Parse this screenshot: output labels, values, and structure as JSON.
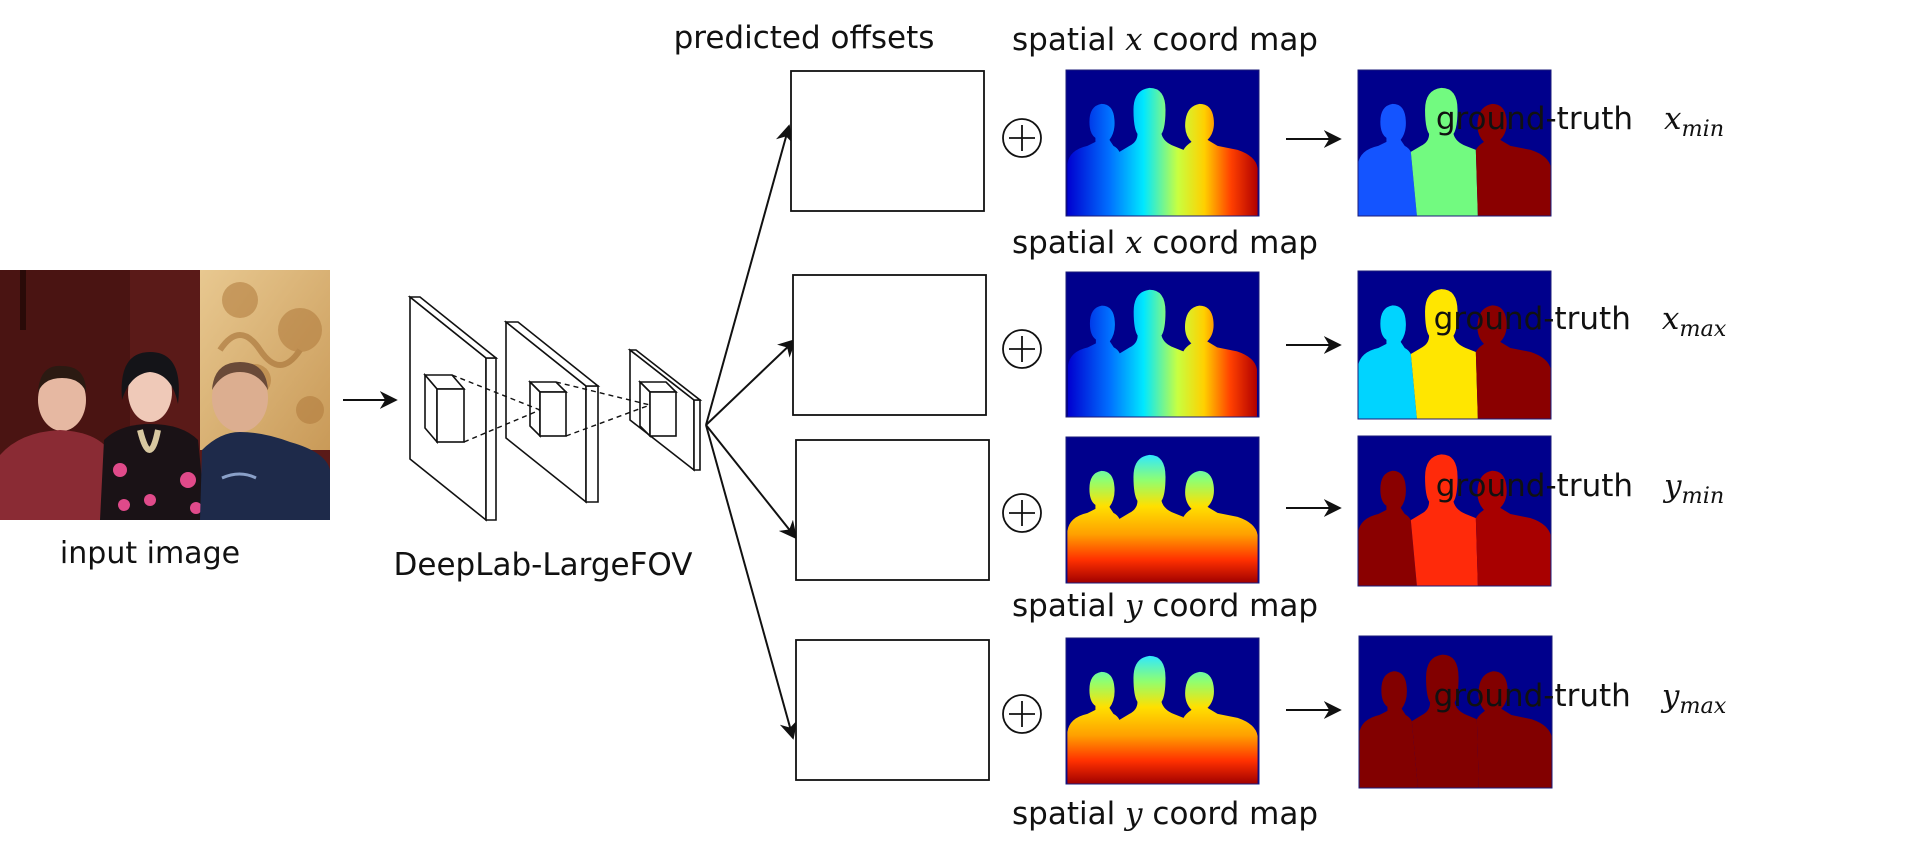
{
  "labels": {
    "input_image": "input image",
    "network": "DeepLab-LargeFOV",
    "predicted_offsets": "predicted offsets"
  },
  "rows": [
    {
      "coord_label_prefix": "spatial ",
      "coord_var": "x",
      "coord_label_suffix": " coord map",
      "gt_prefix": "ground-truth",
      "gt_var": "x",
      "gt_sub": "min",
      "map_type": "x",
      "gt_colors": [
        "#1454ff",
        "#72fa80",
        "#8a0000"
      ]
    },
    {
      "coord_label_prefix": "spatial ",
      "coord_var": "x",
      "coord_label_suffix": " coord map",
      "gt_prefix": "ground-truth",
      "gt_var": "x",
      "gt_sub": "max",
      "map_type": "x",
      "gt_colors": [
        "#00d4ff",
        "#ffe600",
        "#8a0000"
      ]
    },
    {
      "coord_label_prefix": "spatial ",
      "coord_var": "y",
      "coord_label_suffix": " coord map",
      "gt_prefix": "ground-truth",
      "gt_var": "y",
      "gt_sub": "min",
      "map_type": "y",
      "gt_colors": [
        "#8a0000",
        "#ff2a0a",
        "#a80000"
      ]
    },
    {
      "coord_label_prefix": "spatial ",
      "coord_var": "y",
      "coord_label_suffix": " coord map",
      "gt_prefix": "ground-truth",
      "gt_var": "y",
      "gt_sub": "max",
      "map_type": "y",
      "gt_colors": [
        "#820000",
        "#820000",
        "#820000"
      ]
    }
  ],
  "colors": {
    "map_background": "#00008c",
    "jet_stops": [
      "#00008f",
      "#0000ff",
      "#00ffff",
      "#ffff00",
      "#ff0000",
      "#800000"
    ],
    "stroke": "#111111"
  }
}
